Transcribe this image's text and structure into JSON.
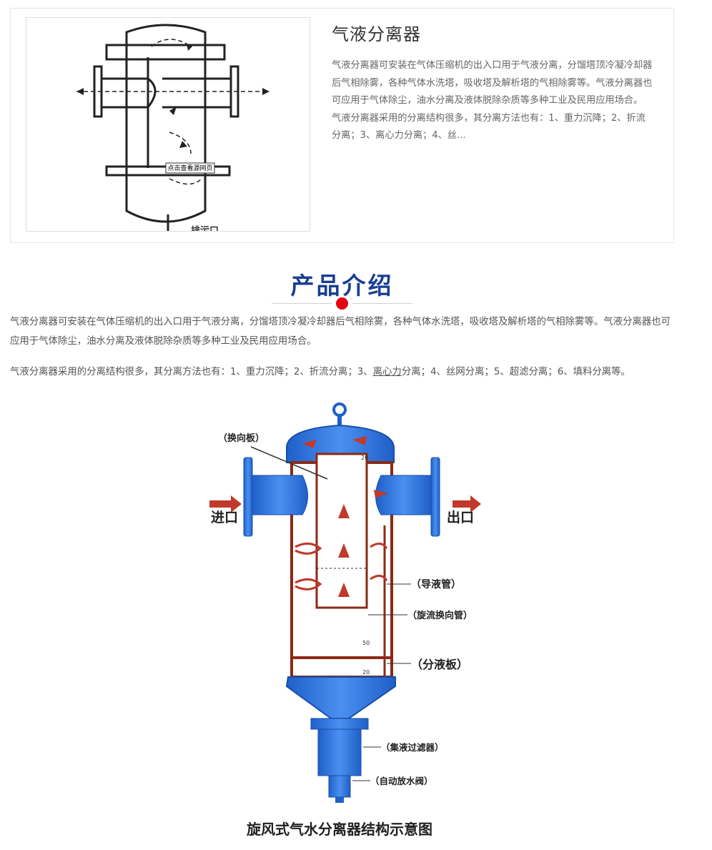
{
  "card": {
    "title": "气液分离器",
    "description": "气液分离器可安装在气体压缩机的出入口用于气液分离，分馏塔顶冷凝冷却器后气相除雾，各种气体水洗塔，吸收塔及解析塔的气相除雾等。气液分离器也可应用于气体除尘，油水分离及液体脱除杂质等多种工业及民用应用场合。 气液分离器采用的分离结构很多，其分离方法也有：1、重力沉降；2、折流分离；3、离心力分离；4、丝...",
    "thumb_overlay": "点击查看源网页",
    "thumb_bottom_text": "排污口"
  },
  "section": {
    "title": "产品介绍",
    "accent_color": "#e60012",
    "title_color": "#1a3e93"
  },
  "paragraphs": {
    "p1": "气液分离器可安装在气体压缩机的出入口用于气液分离，分馏塔顶冷凝冷却器后气相除雾，各种气体水洗塔，吸收塔及解析塔的气相除雾等。气液分离器也可应用于气体除尘，油水分离及液体脱除杂质等多种工业及民用应用场合。",
    "p2_before": "气液分离器采用的分离结构很多，其分离方法也有：1、重力沉降；2、折流分离；3、",
    "p2_link": "离心力",
    "p2_after": "分离；4、丝网分离；5、超滤分离；6、填料分离等。"
  },
  "diagram": {
    "caption": "旋风式气水分离器结构示意图",
    "labels": {
      "baffle": "（换向板）",
      "inlet": "进口",
      "outlet": "出口",
      "guide_tube": "（导液管）",
      "swirl_tube": "（旋流换向管）",
      "liquid_plate": "（分液板）",
      "filter": "（集液过滤器）",
      "drain_valve": "（自动放水阀）",
      "dim_20a": "20",
      "dim_50": "50",
      "dim_20b": "20"
    },
    "colors": {
      "body": "#2a6fd6",
      "arrow": "#c0392b"
    }
  }
}
